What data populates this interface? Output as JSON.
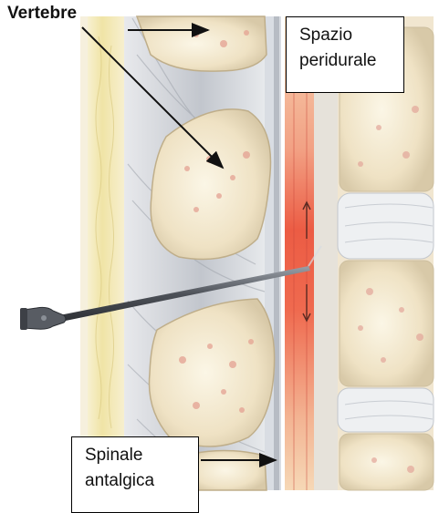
{
  "labels": {
    "vertebre": "Vertebre",
    "spazio_line1": "Spazio",
    "spazio_line2": "peridurale",
    "spinale_line1": "Spinale",
    "spinale_line2": "antalgica"
  },
  "colors": {
    "bone": "#f3ead3",
    "marrow": "#e8a79f",
    "skin": "#efe3a0",
    "ligament": "#c9cdd3",
    "epidural": "#ee6a4a",
    "disc": "#e9ecef",
    "needle": "#5b5f66"
  }
}
